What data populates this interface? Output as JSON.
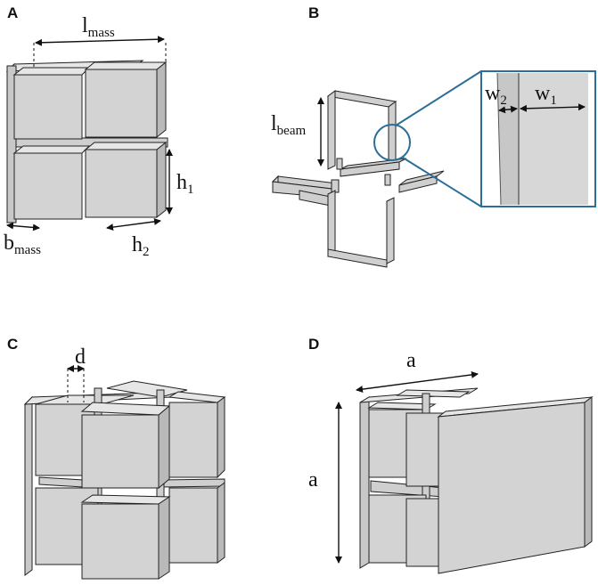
{
  "panels": {
    "A": {
      "letter": "A",
      "l_mass": {
        "base": "l",
        "sub": "mass"
      },
      "h1": {
        "base": "h",
        "sub": "1"
      },
      "b_mass": {
        "base": "b",
        "sub": "mass"
      },
      "h2": {
        "base": "h",
        "sub": "2"
      }
    },
    "B": {
      "letter": "B",
      "l_beam": {
        "base": "l",
        "sub": "beam"
      },
      "w2": {
        "base": "w",
        "sub": "2"
      },
      "w1": {
        "base": "w",
        "sub": "1"
      }
    },
    "C": {
      "letter": "C",
      "d": "d"
    },
    "D": {
      "letter": "D",
      "a_top": "a",
      "a_left": "a"
    }
  },
  "colors": {
    "zoom_accent": "#2b6e98",
    "block_face": "#d3d3d3"
  }
}
